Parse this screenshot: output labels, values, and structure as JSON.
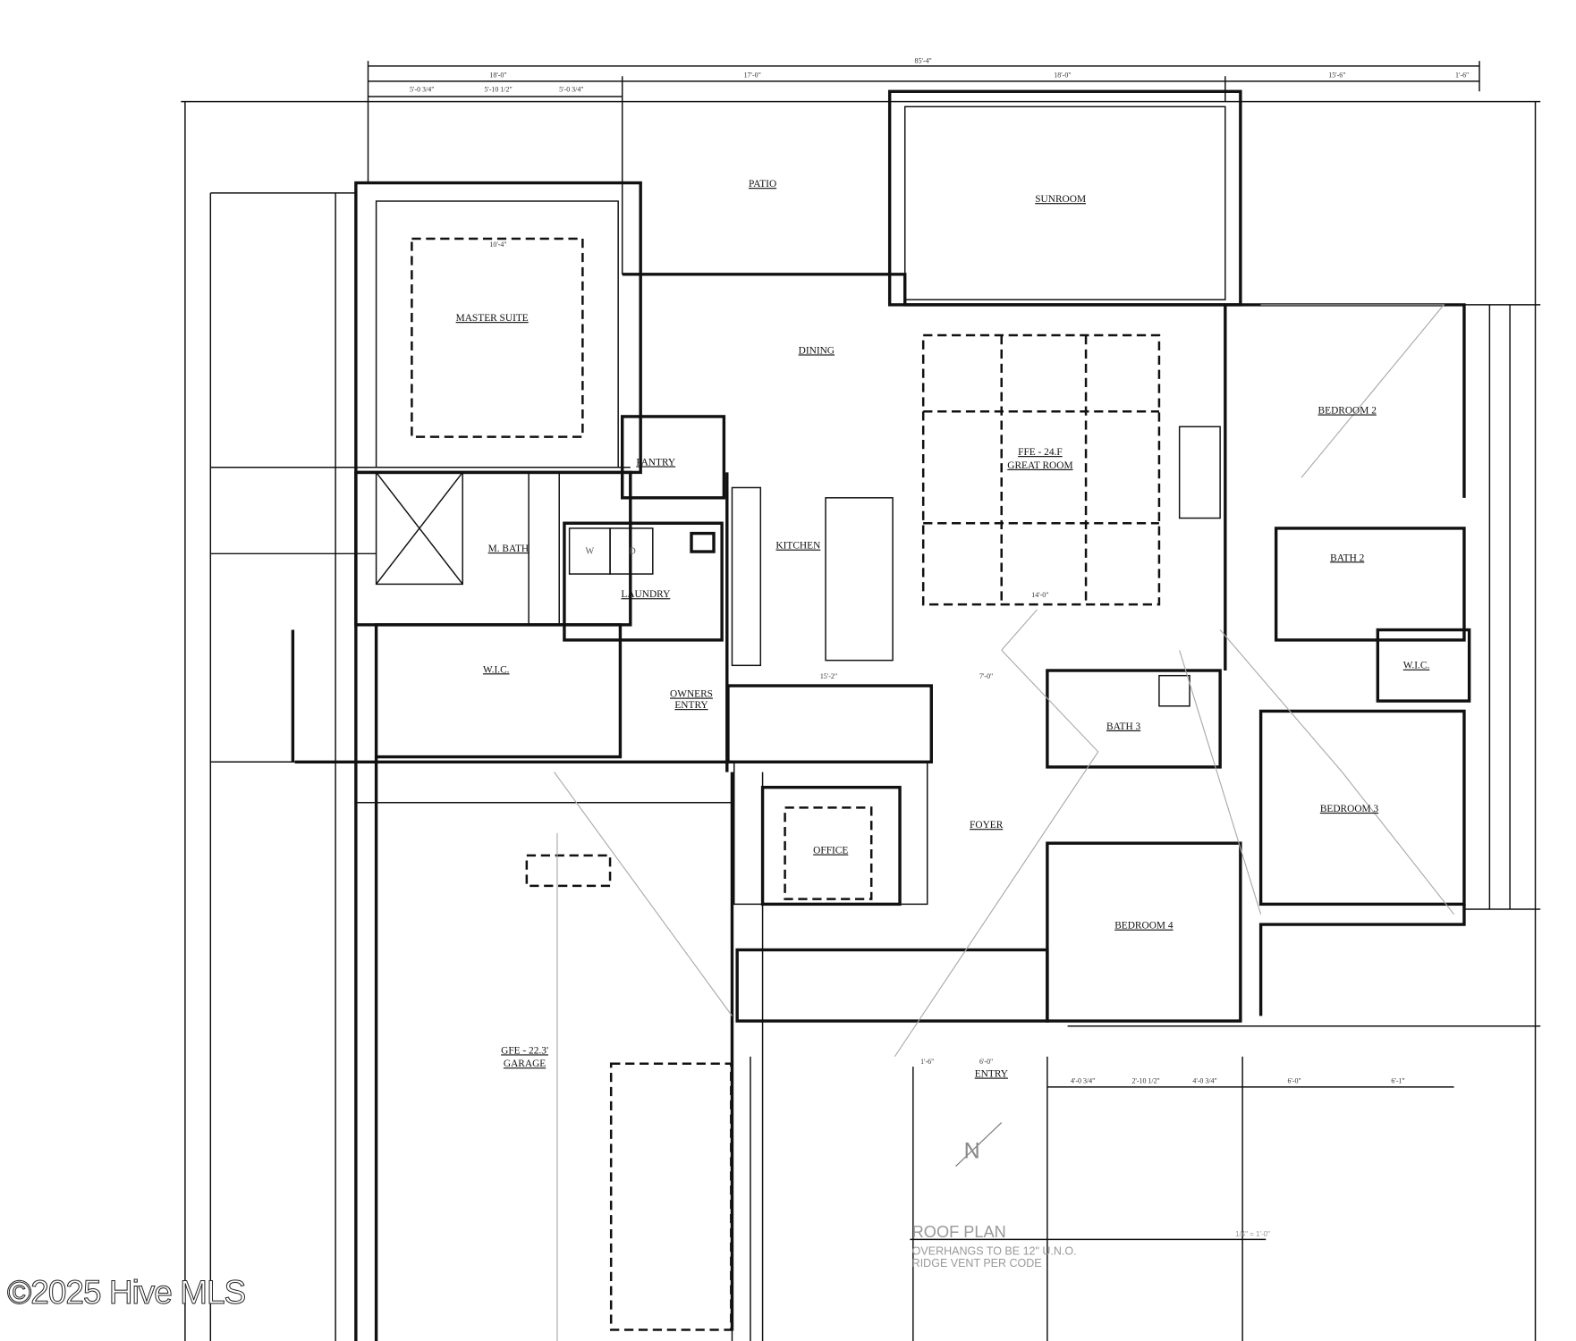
{
  "plan": {
    "title": "ROOF PLAN",
    "notes": [
      "OVERHANGS TO BE 12\" U.N.O.",
      "RIDGE VENT PER CODE"
    ],
    "scale": "1/4\" = 1'-0\"",
    "north_label": "N"
  },
  "rooms": {
    "patio": "PATIO",
    "sunroom": "SUNROOM",
    "master_suite": "MASTER SUITE",
    "dining": "DINING",
    "pantry": "PANTRY",
    "great_room_ffe": "FFE - 24.F",
    "great_room": "GREAT ROOM",
    "bedroom2": "BEDROOM 2",
    "m_bath": "M. BATH",
    "laundry": "LAUNDRY",
    "kitchen": "KITCHEN",
    "bath2": "BATH 2",
    "wic_master": "W.I.C.",
    "owners_entry_1": "OWNERS",
    "owners_entry_2": "ENTRY",
    "bath3": "BATH 3",
    "wic_bed3": "W.I.C.",
    "bedroom3": "BEDROOM 3",
    "foyer": "FOYER",
    "office": "OFFICE",
    "bedroom4": "BEDROOM 4",
    "garage_ffe": "GFE - 22.3'",
    "garage": "GARAGE",
    "entry": "ENTRY",
    "washer": "W",
    "dryer": "D"
  },
  "dimensions": {
    "overall": "85'-4\"",
    "top_1": "18'-0\"",
    "top_2": "17'-0\"",
    "top_3": "18'-0\"",
    "top_4": "15'-6\"",
    "top_5": "1'-6\"",
    "master_a": "5'-0 3/4\"",
    "master_b": "5'-10 1/2\"",
    "master_c": "5'-0 3/4\"",
    "master_inner": "10'-4\"",
    "great_room_w": "14'-0\"",
    "kitchen_w": "15'-2\"",
    "foyer_w": "7'-0\"",
    "bottom_a": "4'-0 3/4\"",
    "bottom_b": "2'-10 1/2\"",
    "bottom_c": "4'-0 3/4\"",
    "bottom_d": "6'-0\"",
    "bottom_e": "6'-1\"",
    "entry_a": "1'-6\"",
    "entry_b": "6'-0\""
  },
  "watermark": "©2025 Hive MLS"
}
